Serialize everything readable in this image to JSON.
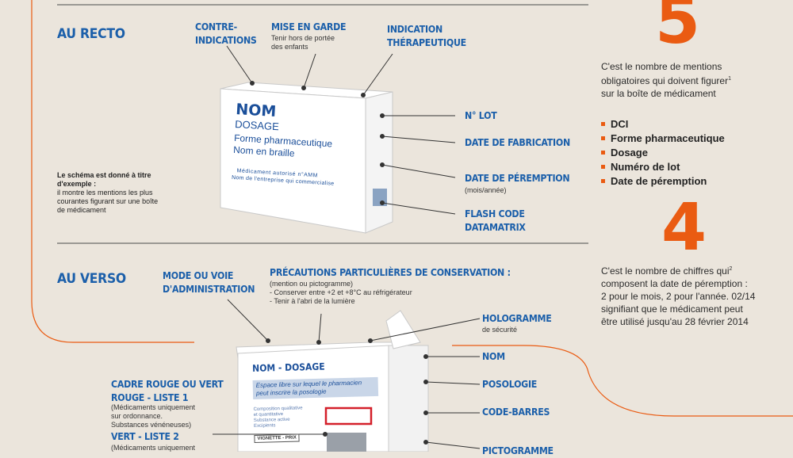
{
  "colors": {
    "accent": "#ea5b12",
    "blue": "#1b5faa",
    "background": "#ebe5dc"
  },
  "recto": {
    "title": "AU RECTO",
    "contre_indications": [
      "CONTRE-",
      "INDICATIONS"
    ],
    "mise_en_garde": "MISE EN GARDE",
    "mise_en_garde_sub": [
      "Tenir hors de portée",
      "des enfants"
    ],
    "indication": [
      "INDICATION",
      "THÉRAPEUTIQUE"
    ],
    "no_lot": "N° LOT",
    "date_fabrication": "DATE DE FABRICATION",
    "date_peremption": "DATE DE PÉREMPTION",
    "date_peremption_sub": "(mois/année)",
    "flash_code": [
      "FLASH CODE",
      "DATAMATRIX"
    ],
    "note_bold": [
      "Le schéma est donné à titre",
      "d'exemple :"
    ],
    "note": [
      "il montre les mentions les plus",
      "courantes figurant sur une boîte",
      "de médicament"
    ],
    "box": {
      "nom": "NOM",
      "dosage": "DOSAGE",
      "forme": "Forme pharmaceutique",
      "braille": "Nom en braille",
      "amm": "Médicament autorisé n°AMM",
      "entreprise": "Nom de l'entreprise qui commercialise"
    }
  },
  "verso": {
    "title": "AU VERSO",
    "mode": [
      "MODE OU VOIE",
      "D'ADMINISTRATION"
    ],
    "precautions": "PRÉCAUTIONS PARTICULIÈRES DE CONSERVATION :",
    "precautions_sub": [
      "(mention ou pictogramme)",
      "- Conserver entre +2 et +8°C au réfrigérateur",
      "- Tenir à l'abri de la lumière"
    ],
    "hologramme": "HOLOGRAMME",
    "hologramme_sub": "de sécurité",
    "nom": "NOM",
    "posologie": "POSOLOGIE",
    "code_barres": "CODE-BARRES",
    "pictogramme": "PICTOGRAMME",
    "cadre": [
      "CADRE ROUGE OU VERT",
      "ROUGE - LISTE 1"
    ],
    "cadre_sub": [
      "(Médicaments uniquement",
      "sur ordonnance.",
      "Substances vénéneuses)"
    ],
    "vert": "VERT - LISTE 2",
    "vert_sub": "(Médicaments uniquement",
    "box": {
      "title": "NOM - DOSAGE",
      "espace": [
        "Espace libre sur lequel le pharmacien",
        "peut inscrire la posologie"
      ],
      "composition": [
        "Composition qualitative",
        "et quantitative",
        "Substance active",
        "Excipients"
      ],
      "vignette": "VIGNETTE - PRIX"
    }
  },
  "stats": {
    "five": "5",
    "five_text": [
      "C'est le nombre de mentions",
      "obligatoires qui doivent figurer",
      "sur la boîte de médicament"
    ],
    "sup1": "1",
    "items": [
      "DCI",
      "Forme pharmaceutique",
      "Dosage",
      "Numéro de lot",
      "Date de péremption"
    ],
    "four": "4",
    "four_text": [
      "C'est le nombre de chiffres qui",
      "composent la date de péremption :",
      "2 pour le mois, 2 pour l'année. 02/14",
      "signifiant que le médicament peut",
      "être utilisé jusqu'au 28 février 2014"
    ],
    "sup2": "2"
  }
}
